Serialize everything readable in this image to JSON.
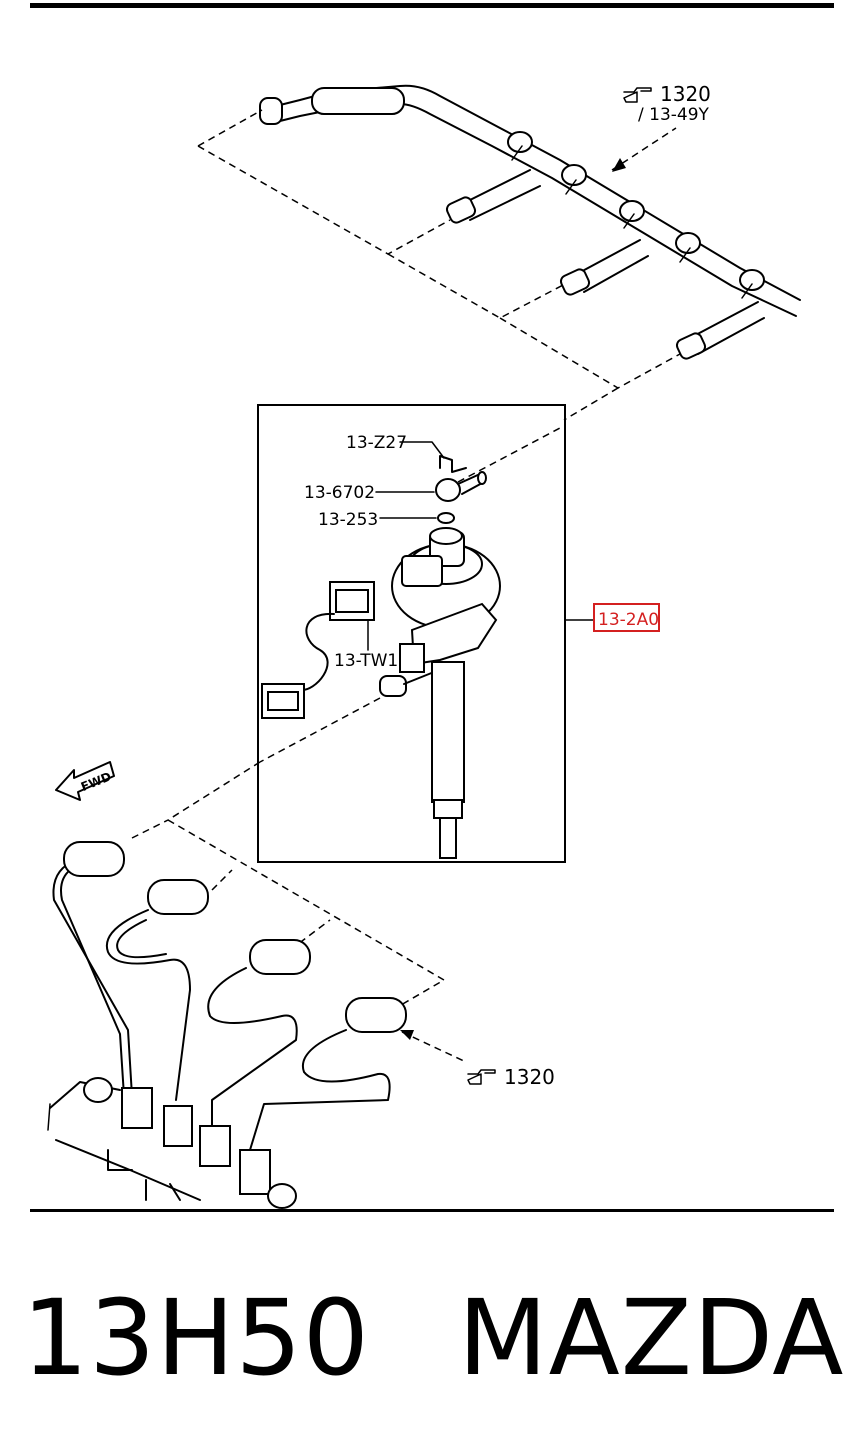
{
  "diagram": {
    "callouts": [
      {
        "id": "ref-1320-top",
        "text": "1320"
      },
      {
        "id": "ref-13-49y",
        "text": "/ 13-49Y"
      },
      {
        "id": "part-13-z27",
        "text": "13-Z27"
      },
      {
        "id": "part-13-6702",
        "text": "13-6702"
      },
      {
        "id": "part-13-253",
        "text": "13-253"
      },
      {
        "id": "part-13-tw1",
        "text": "13-TW1"
      },
      {
        "id": "part-13-2a0",
        "text": "13-2A0"
      },
      {
        "id": "ref-1320-bottom",
        "text": "1320"
      },
      {
        "id": "fwd-arrow",
        "text": "FWD"
      }
    ],
    "highlight_color": "#d42020",
    "icons": [
      "hand-pointer-icon",
      "fwd-arrow-icon"
    ]
  },
  "footer": {
    "code": "13H50",
    "brand": "MAZDA"
  }
}
